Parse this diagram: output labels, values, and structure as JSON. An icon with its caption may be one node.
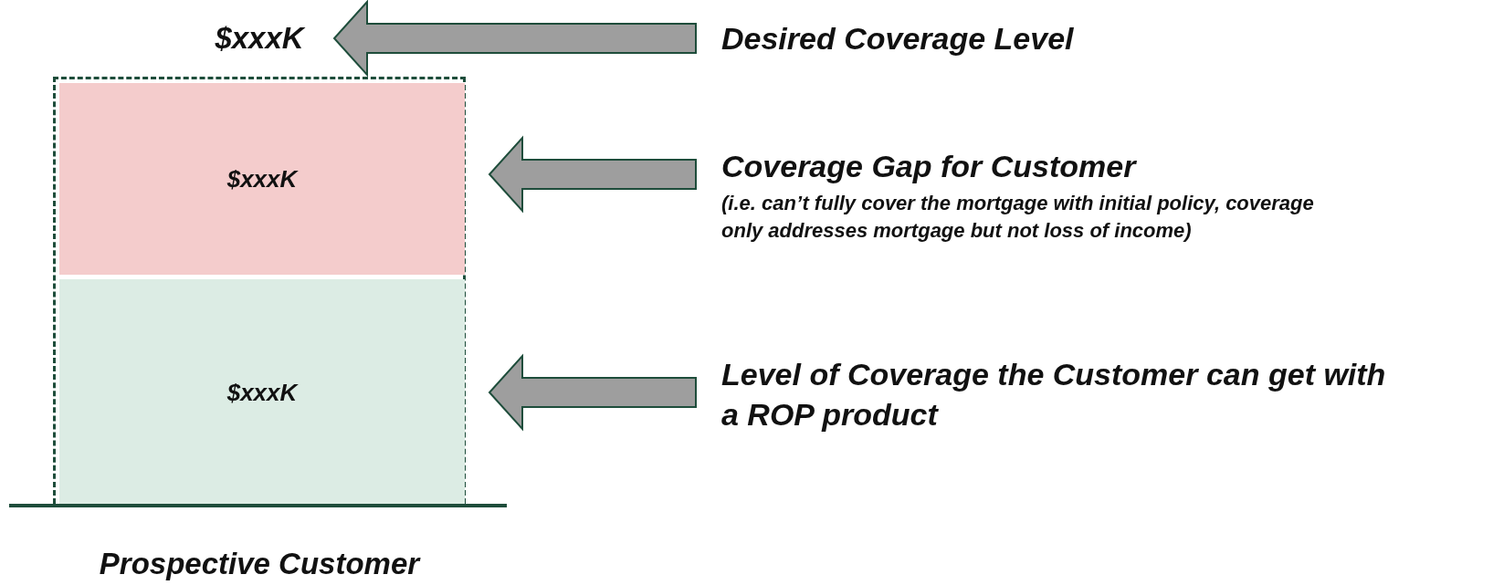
{
  "diagram": {
    "nodes": [
      {
        "text": [
          "$xxxK"
        ]
      },
      {
        "text": [],
        "shape": "box"
      },
      {
        "text": [
          "$xxxK"
        ],
        "in": 1
      },
      {
        "text": [
          "$xxxK"
        ],
        "in": 1
      },
      {
        "text": [
          "Desired Coverage Level"
        ]
      },
      {
        "text": [
          "Coverage Gap for Customer",
          "(i.e. can’t fully cover the mortgage with initial policy, coverage only addresses mortgage but not loss of income)"
        ]
      },
      {
        "text": [
          "Level of Coverage the Customer can get with a ROP product"
        ]
      }
    ],
    "edges": [
      {
        "from": 4,
        "to": 0,
        "arrow": "to"
      },
      {
        "from": 5,
        "to": 2,
        "arrow": "to"
      },
      {
        "from": 6,
        "to": 3,
        "arrow": "to"
      }
    ],
    "labels": [
      "Prospective Customer"
    ]
  }
}
